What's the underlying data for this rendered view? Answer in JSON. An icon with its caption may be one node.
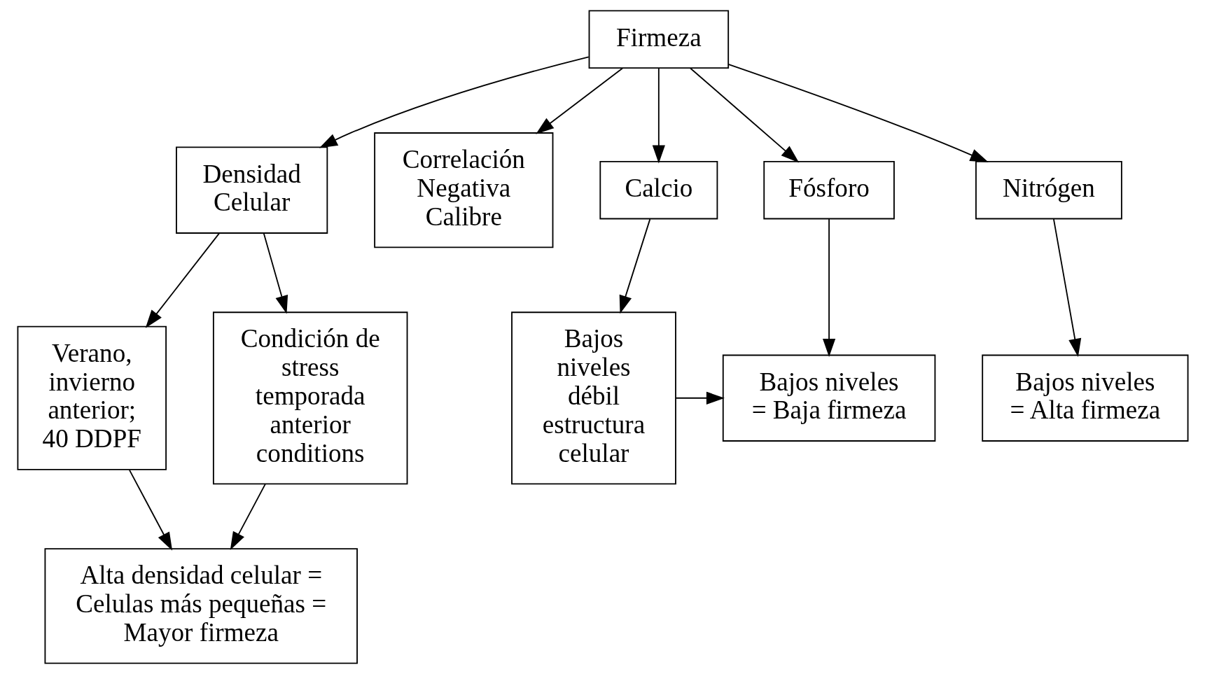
{
  "diagram": {
    "nodes": [
      {
        "text": [
          "Firmeza"
        ]
      },
      {
        "text": [
          "Densidad Celular"
        ]
      },
      {
        "text": [
          "Correlación Negativa Calibre"
        ]
      },
      {
        "text": [
          "Verano, invierno anterior; 40 DDPF"
        ]
      },
      {
        "text": [
          "Condición de stress temporada anterior conditions"
        ]
      },
      {
        "text": [
          "Calcio"
        ]
      },
      {
        "text": [
          "Fósforo"
        ]
      },
      {
        "text": [
          "Nitrógen"
        ]
      },
      {
        "text": [
          "Alta densidad celular = Celulas más pequeñas = Mayor firmeza"
        ]
      },
      {
        "text": [
          "Bajos niveles débil estructura celular"
        ]
      },
      {
        "text": [
          "Bajos niveles = Baja firmeza"
        ]
      },
      {
        "text": [
          "Bajos niveles = Alta firmeza"
        ]
      }
    ],
    "edges": [
      {
        "from": 0,
        "to": 1,
        "arrow": "to"
      },
      {
        "from": 0,
        "to": 2,
        "arrow": "to"
      },
      {
        "from": 0,
        "to": 5,
        "arrow": "to"
      },
      {
        "from": 0,
        "to": 6,
        "arrow": "to"
      },
      {
        "from": 0,
        "to": 7,
        "arrow": "to"
      },
      {
        "from": 1,
        "to": 3,
        "arrow": "to"
      },
      {
        "from": 1,
        "to": 4,
        "arrow": "to"
      },
      {
        "from": 3,
        "to": 8,
        "arrow": "to"
      },
      {
        "from": 4,
        "to": 8,
        "arrow": "to"
      },
      {
        "from": 5,
        "to": 9,
        "arrow": "to"
      },
      {
        "from": 9,
        "to": 10,
        "arrow": "to"
      },
      {
        "from": 6,
        "to": 10,
        "arrow": "to"
      },
      {
        "from": 7,
        "to": 11,
        "arrow": "to"
      }
    ]
  }
}
